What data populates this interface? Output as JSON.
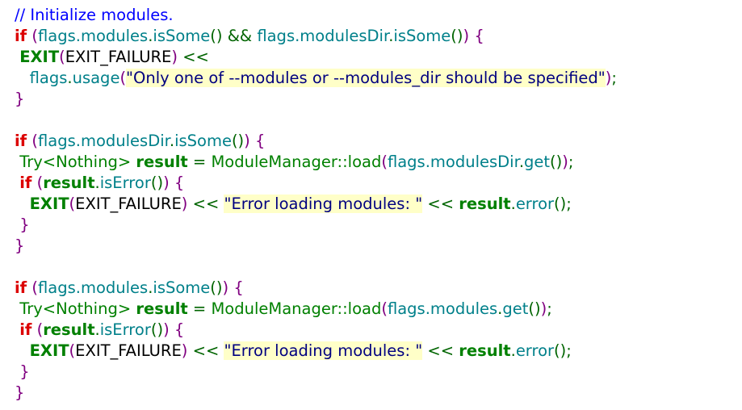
{
  "editor": {
    "colors": {
      "background": "#ffffff",
      "comment": "#0000ff",
      "keyword": "#dc0000",
      "macro": "#008000",
      "plain": "#000000",
      "identifier": "#00808a",
      "method": "#00808a",
      "punct": "#006400",
      "bracket": "#800080",
      "string": "#000080",
      "string_bg": "#ffffc8",
      "type": "#008000",
      "variable": "#008000"
    },
    "lines": [
      [
        [
          "comment",
          "// Initialize modules."
        ]
      ],
      [
        [
          "keyword",
          "if"
        ],
        [
          "plain",
          " "
        ],
        [
          "bracket",
          "("
        ],
        [
          "identifier",
          "flags.modules"
        ],
        [
          "punct",
          "."
        ],
        [
          "method",
          "isSome"
        ],
        [
          "punct",
          "() && "
        ],
        [
          "identifier",
          "flags.modulesDir"
        ],
        [
          "punct",
          "."
        ],
        [
          "method",
          "isSome"
        ],
        [
          "punct",
          "()"
        ],
        [
          "bracket",
          ")"
        ],
        [
          "plain",
          " "
        ],
        [
          "bracket",
          "{"
        ]
      ],
      [
        [
          "plain",
          " "
        ],
        [
          "macro",
          "EXIT"
        ],
        [
          "bracket",
          "("
        ],
        [
          "plain",
          "EXIT_FAILURE"
        ],
        [
          "bracket",
          ")"
        ],
        [
          "punct",
          " <<"
        ]
      ],
      [
        [
          "plain",
          "   "
        ],
        [
          "identifier",
          "flags"
        ],
        [
          "punct",
          "."
        ],
        [
          "method",
          "usage"
        ],
        [
          "bracket",
          "("
        ],
        [
          "string",
          "\"Only one of --modules or --modules_dir should be specified\""
        ],
        [
          "bracket",
          ")"
        ],
        [
          "punct",
          ";"
        ]
      ],
      [
        [
          "bracket",
          "}"
        ]
      ],
      [],
      [
        [
          "keyword",
          "if"
        ],
        [
          "plain",
          " "
        ],
        [
          "bracket",
          "("
        ],
        [
          "identifier",
          "flags.modulesDir"
        ],
        [
          "punct",
          "."
        ],
        [
          "method",
          "isSome"
        ],
        [
          "punct",
          "()"
        ],
        [
          "bracket",
          ")"
        ],
        [
          "plain",
          " "
        ],
        [
          "bracket",
          "{"
        ]
      ],
      [
        [
          "plain",
          " "
        ],
        [
          "type",
          "Try<Nothing>"
        ],
        [
          "plain",
          " "
        ],
        [
          "variable",
          "result"
        ],
        [
          "punct",
          " = "
        ],
        [
          "type",
          "ModuleManager::load"
        ],
        [
          "bracket",
          "("
        ],
        [
          "identifier",
          "flags.modulesDir"
        ],
        [
          "punct",
          "."
        ],
        [
          "method",
          "get"
        ],
        [
          "punct",
          "()"
        ],
        [
          "bracket",
          ")"
        ],
        [
          "punct",
          ";"
        ]
      ],
      [
        [
          "plain",
          " "
        ],
        [
          "keyword",
          "if"
        ],
        [
          "plain",
          " "
        ],
        [
          "bracket",
          "("
        ],
        [
          "variable",
          "result"
        ],
        [
          "punct",
          "."
        ],
        [
          "method",
          "isError"
        ],
        [
          "punct",
          "()"
        ],
        [
          "bracket",
          ")"
        ],
        [
          "plain",
          " "
        ],
        [
          "bracket",
          "{"
        ]
      ],
      [
        [
          "plain",
          "   "
        ],
        [
          "macro",
          "EXIT"
        ],
        [
          "bracket",
          "("
        ],
        [
          "plain",
          "EXIT_FAILURE"
        ],
        [
          "bracket",
          ")"
        ],
        [
          "punct",
          " << "
        ],
        [
          "string",
          "\"Error loading modules: \""
        ],
        [
          "punct",
          " << "
        ],
        [
          "variable",
          "result"
        ],
        [
          "punct",
          "."
        ],
        [
          "method",
          "error"
        ],
        [
          "punct",
          "()"
        ],
        [
          "punct",
          ";"
        ]
      ],
      [
        [
          "plain",
          " "
        ],
        [
          "bracket",
          "}"
        ]
      ],
      [
        [
          "bracket",
          "}"
        ]
      ],
      [],
      [
        [
          "keyword",
          "if"
        ],
        [
          "plain",
          " "
        ],
        [
          "bracket",
          "("
        ],
        [
          "identifier",
          "flags.modules"
        ],
        [
          "punct",
          "."
        ],
        [
          "method",
          "isSome"
        ],
        [
          "punct",
          "()"
        ],
        [
          "bracket",
          ")"
        ],
        [
          "plain",
          " "
        ],
        [
          "bracket",
          "{"
        ]
      ],
      [
        [
          "plain",
          " "
        ],
        [
          "type",
          "Try<Nothing>"
        ],
        [
          "plain",
          " "
        ],
        [
          "variable",
          "result"
        ],
        [
          "punct",
          " = "
        ],
        [
          "type",
          "ModuleManager::load"
        ],
        [
          "bracket",
          "("
        ],
        [
          "identifier",
          "flags.modules"
        ],
        [
          "punct",
          "."
        ],
        [
          "method",
          "get"
        ],
        [
          "punct",
          "()"
        ],
        [
          "bracket",
          ")"
        ],
        [
          "punct",
          ";"
        ]
      ],
      [
        [
          "plain",
          " "
        ],
        [
          "keyword",
          "if"
        ],
        [
          "plain",
          " "
        ],
        [
          "bracket",
          "("
        ],
        [
          "variable",
          "result"
        ],
        [
          "punct",
          "."
        ],
        [
          "method",
          "isError"
        ],
        [
          "punct",
          "()"
        ],
        [
          "bracket",
          ")"
        ],
        [
          "plain",
          " "
        ],
        [
          "bracket",
          "{"
        ]
      ],
      [
        [
          "plain",
          "   "
        ],
        [
          "macro",
          "EXIT"
        ],
        [
          "bracket",
          "("
        ],
        [
          "plain",
          "EXIT_FAILURE"
        ],
        [
          "bracket",
          ")"
        ],
        [
          "punct",
          " << "
        ],
        [
          "string",
          "\"Error loading modules: \""
        ],
        [
          "punct",
          " << "
        ],
        [
          "variable",
          "result"
        ],
        [
          "punct",
          "."
        ],
        [
          "method",
          "error"
        ],
        [
          "punct",
          "()"
        ],
        [
          "punct",
          ";"
        ]
      ],
      [
        [
          "plain",
          " "
        ],
        [
          "bracket",
          "}"
        ]
      ],
      [
        [
          "bracket",
          "}"
        ]
      ]
    ]
  }
}
